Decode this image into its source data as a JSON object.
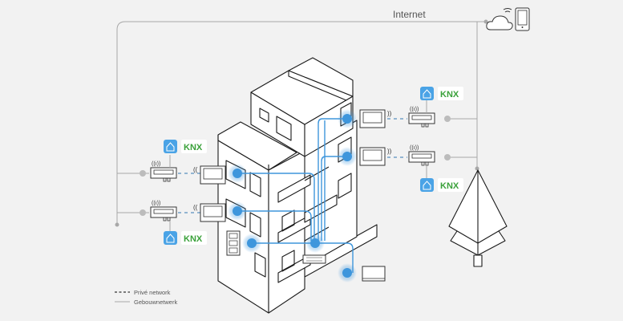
{
  "diagram": {
    "internet_label": "Internet",
    "legend": [
      {
        "style": "dashed",
        "label": "Privé network"
      },
      {
        "style": "solid",
        "label": "Gebouwnetwerk"
      }
    ],
    "knx_label": "KNX",
    "colors": {
      "background": "#f2f2f2",
      "node_blue": "#3e96dc",
      "building_network": "#a8a8a8",
      "private_network": "#5a8fc0",
      "knx_green": "#3aa13a",
      "knx_blue": "#2a5ea8",
      "app_icon": "#4aa3e6"
    },
    "icons": [
      "cloud-icon",
      "smartphone-icon",
      "router-icon",
      "monitor-icon",
      "app-icon",
      "knx-logo",
      "tree-icon",
      "building-icon",
      "intercom-panel-icon",
      "laptop-icon",
      "network-switch-icon"
    ]
  }
}
